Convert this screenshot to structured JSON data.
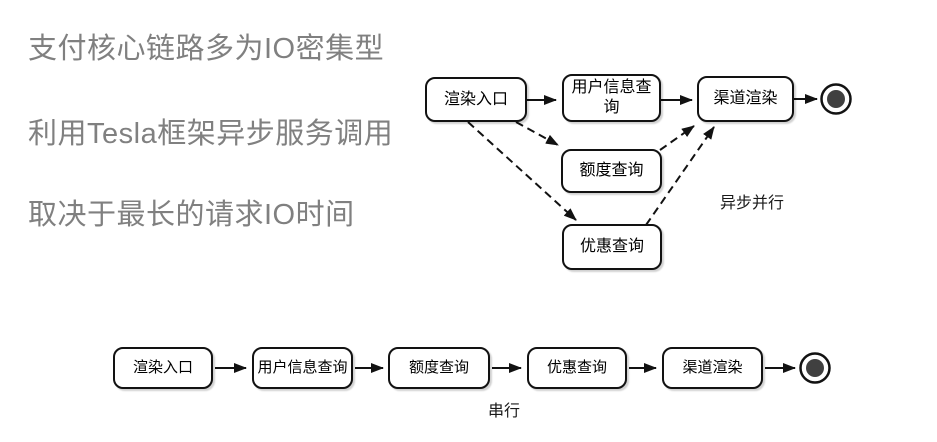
{
  "notes": {
    "line1": "支付核心链路多为IO密集型",
    "line2": "利用Tesla框架异步服务调用",
    "line3": "取决于最长的请求IO时间"
  },
  "async_flow": {
    "caption": "异步并行",
    "nodes": {
      "entry": "渲染入口",
      "user_info": "用户信息查询",
      "quota": "额度查询",
      "discount": "优惠查询",
      "channel": "渠道渲染"
    },
    "solid_edges": [
      {
        "from": "entry",
        "to": "user_info"
      },
      {
        "from": "user_info",
        "to": "channel"
      },
      {
        "from": "channel",
        "to": "end-event"
      }
    ],
    "dashed_edges": [
      {
        "from": "entry",
        "to": "quota"
      },
      {
        "from": "entry",
        "to": "discount"
      },
      {
        "from": "quota",
        "to": "channel"
      },
      {
        "from": "discount",
        "to": "channel"
      }
    ]
  },
  "serial_flow": {
    "caption": "串行",
    "nodes": {
      "entry": "渲染入口",
      "user_info": "用户信息查询",
      "quota": "额度查询",
      "discount": "优惠查询",
      "channel": "渠道渲染"
    },
    "edges": [
      {
        "from": "entry",
        "to": "user_info"
      },
      {
        "from": "user_info",
        "to": "quota"
      },
      {
        "from": "quota",
        "to": "discount"
      },
      {
        "from": "discount",
        "to": "channel"
      },
      {
        "from": "channel",
        "to": "end-event"
      }
    ]
  },
  "colors": {
    "note_text": "#808080",
    "node_border": "#121212",
    "node_fill": "#ffffff",
    "edge": "#121212",
    "end_event_inner": "#404040",
    "background": "#ffffff"
  }
}
